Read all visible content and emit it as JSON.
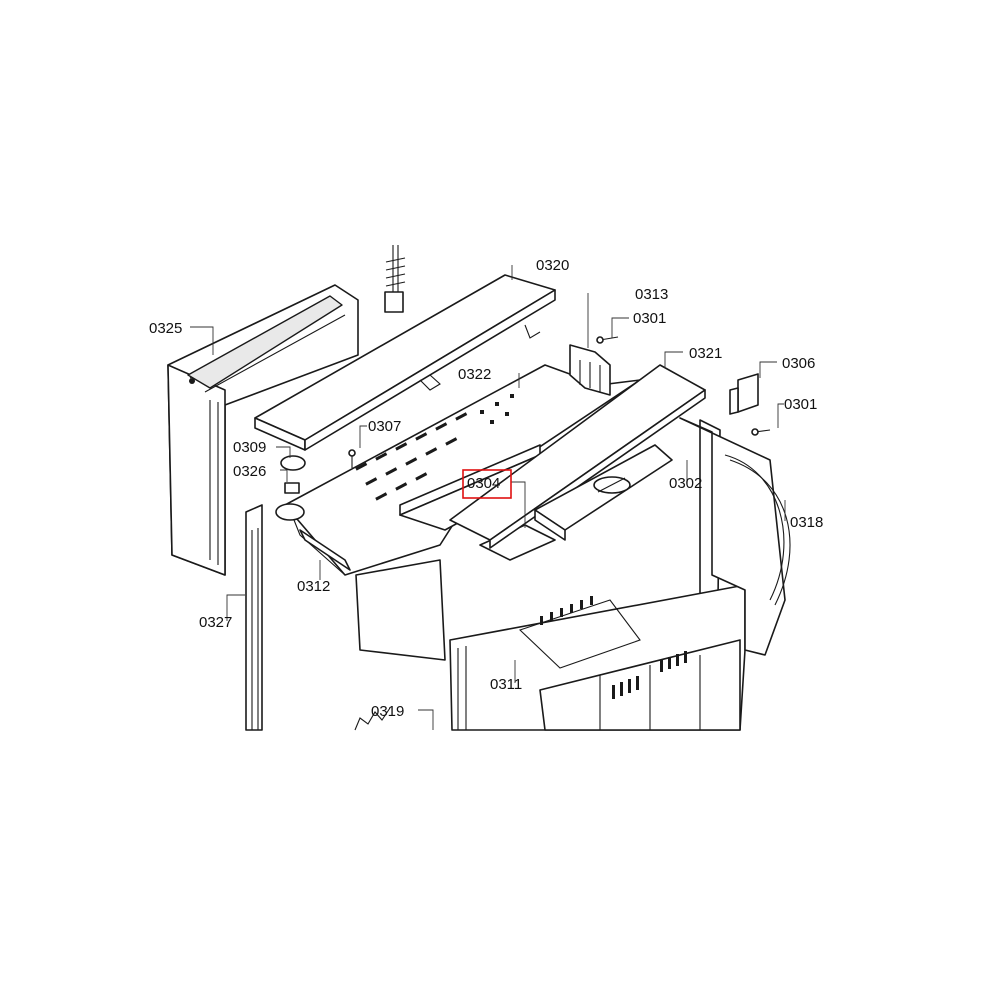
{
  "highlight_color": "#e01010",
  "callouts": {
    "c0301a": "0301",
    "c0301b": "0301",
    "c0302": "0302",
    "c0304": "0304",
    "c0306": "0306",
    "c0307": "0307",
    "c0309": "0309",
    "c0311": "0311",
    "c0312": "0312",
    "c0313": "0313",
    "c0318": "0318",
    "c0319": "0319",
    "c0320": "0320",
    "c0321": "0321",
    "c0322": "0322",
    "c0325": "0325",
    "c0326": "0326",
    "c0327": "0327"
  },
  "highlighted": "c0304"
}
